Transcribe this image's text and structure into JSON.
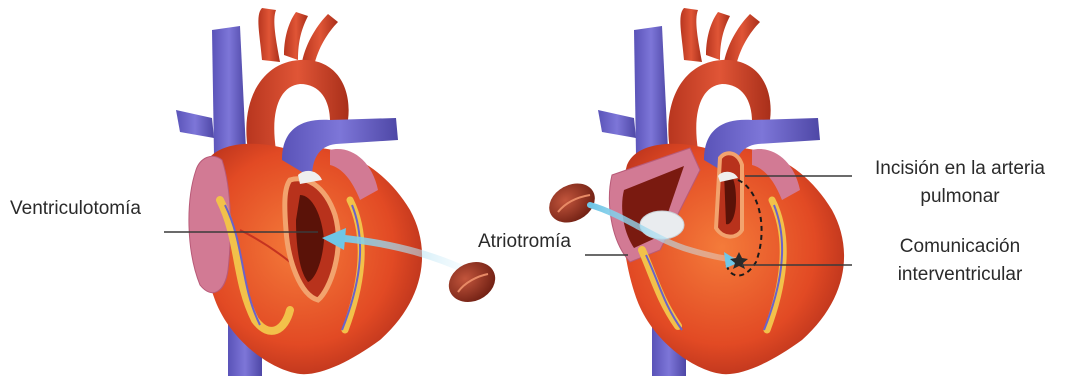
{
  "labels": {
    "left_label": "Ventriculotomía",
    "middle_label": "Atriotromía",
    "right_label_1_line_1": "Incisión en la arteria",
    "right_label_1_line_2": "pulmonar",
    "right_label_2_line_1": "Comunicación",
    "right_label_2_line_2": "interventricular"
  },
  "colors": {
    "vena": "#6b63c9",
    "arteria": "#d2452c",
    "corazon": "#e8522a",
    "grasa": "#f2c14a",
    "auricula": "#d27a94",
    "parche": "#8b2a1c",
    "flecha": "#8fd3ea",
    "linea": "#3a3a3a"
  }
}
